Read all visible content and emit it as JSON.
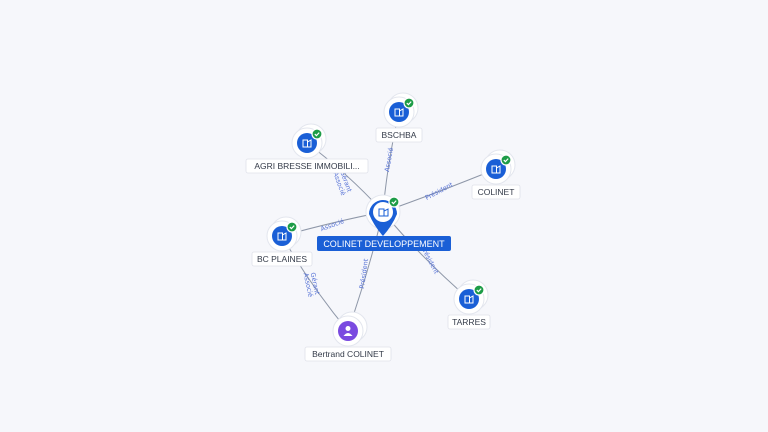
{
  "center": {
    "label": "COLINET DEVELOPPEMENT",
    "icon": "company-icon"
  },
  "nodes": [
    {
      "id": "bschba",
      "label": "BSCHBA",
      "icon": "company-icon",
      "verified": true
    },
    {
      "id": "agri",
      "label": "AGRI BRESSE IMMOBILI...",
      "icon": "company-icon",
      "verified": true
    },
    {
      "id": "colinet",
      "label": "COLINET",
      "icon": "company-icon",
      "verified": true
    },
    {
      "id": "bcplaines",
      "label": "BC PLAINES",
      "icon": "company-icon",
      "verified": true
    },
    {
      "id": "tarres",
      "label": "TARRES",
      "icon": "company-icon",
      "verified": true
    },
    {
      "id": "bertrand",
      "label": "Bertrand COLINET",
      "icon": "person-icon",
      "verified": false
    }
  ],
  "edges": [
    {
      "from": "center",
      "to": "bschba",
      "label": "Associé"
    },
    {
      "from": "center",
      "to": "agri",
      "label": "Gérant\nAssocié"
    },
    {
      "from": "center",
      "to": "colinet",
      "label": "Président"
    },
    {
      "from": "center",
      "to": "bcplaines",
      "label": "Associé"
    },
    {
      "from": "center",
      "to": "tarres",
      "label": "Président"
    },
    {
      "from": "bertrand",
      "to": "center",
      "label": "Président"
    },
    {
      "from": "bertrand",
      "to": "bcplaines",
      "label": "Gérant\nAssocié"
    }
  ],
  "colors": {
    "company": "#1a5fd6",
    "person": "#7a4ae0",
    "verified": "#1d9c47",
    "edge_label": "#5571d6"
  }
}
